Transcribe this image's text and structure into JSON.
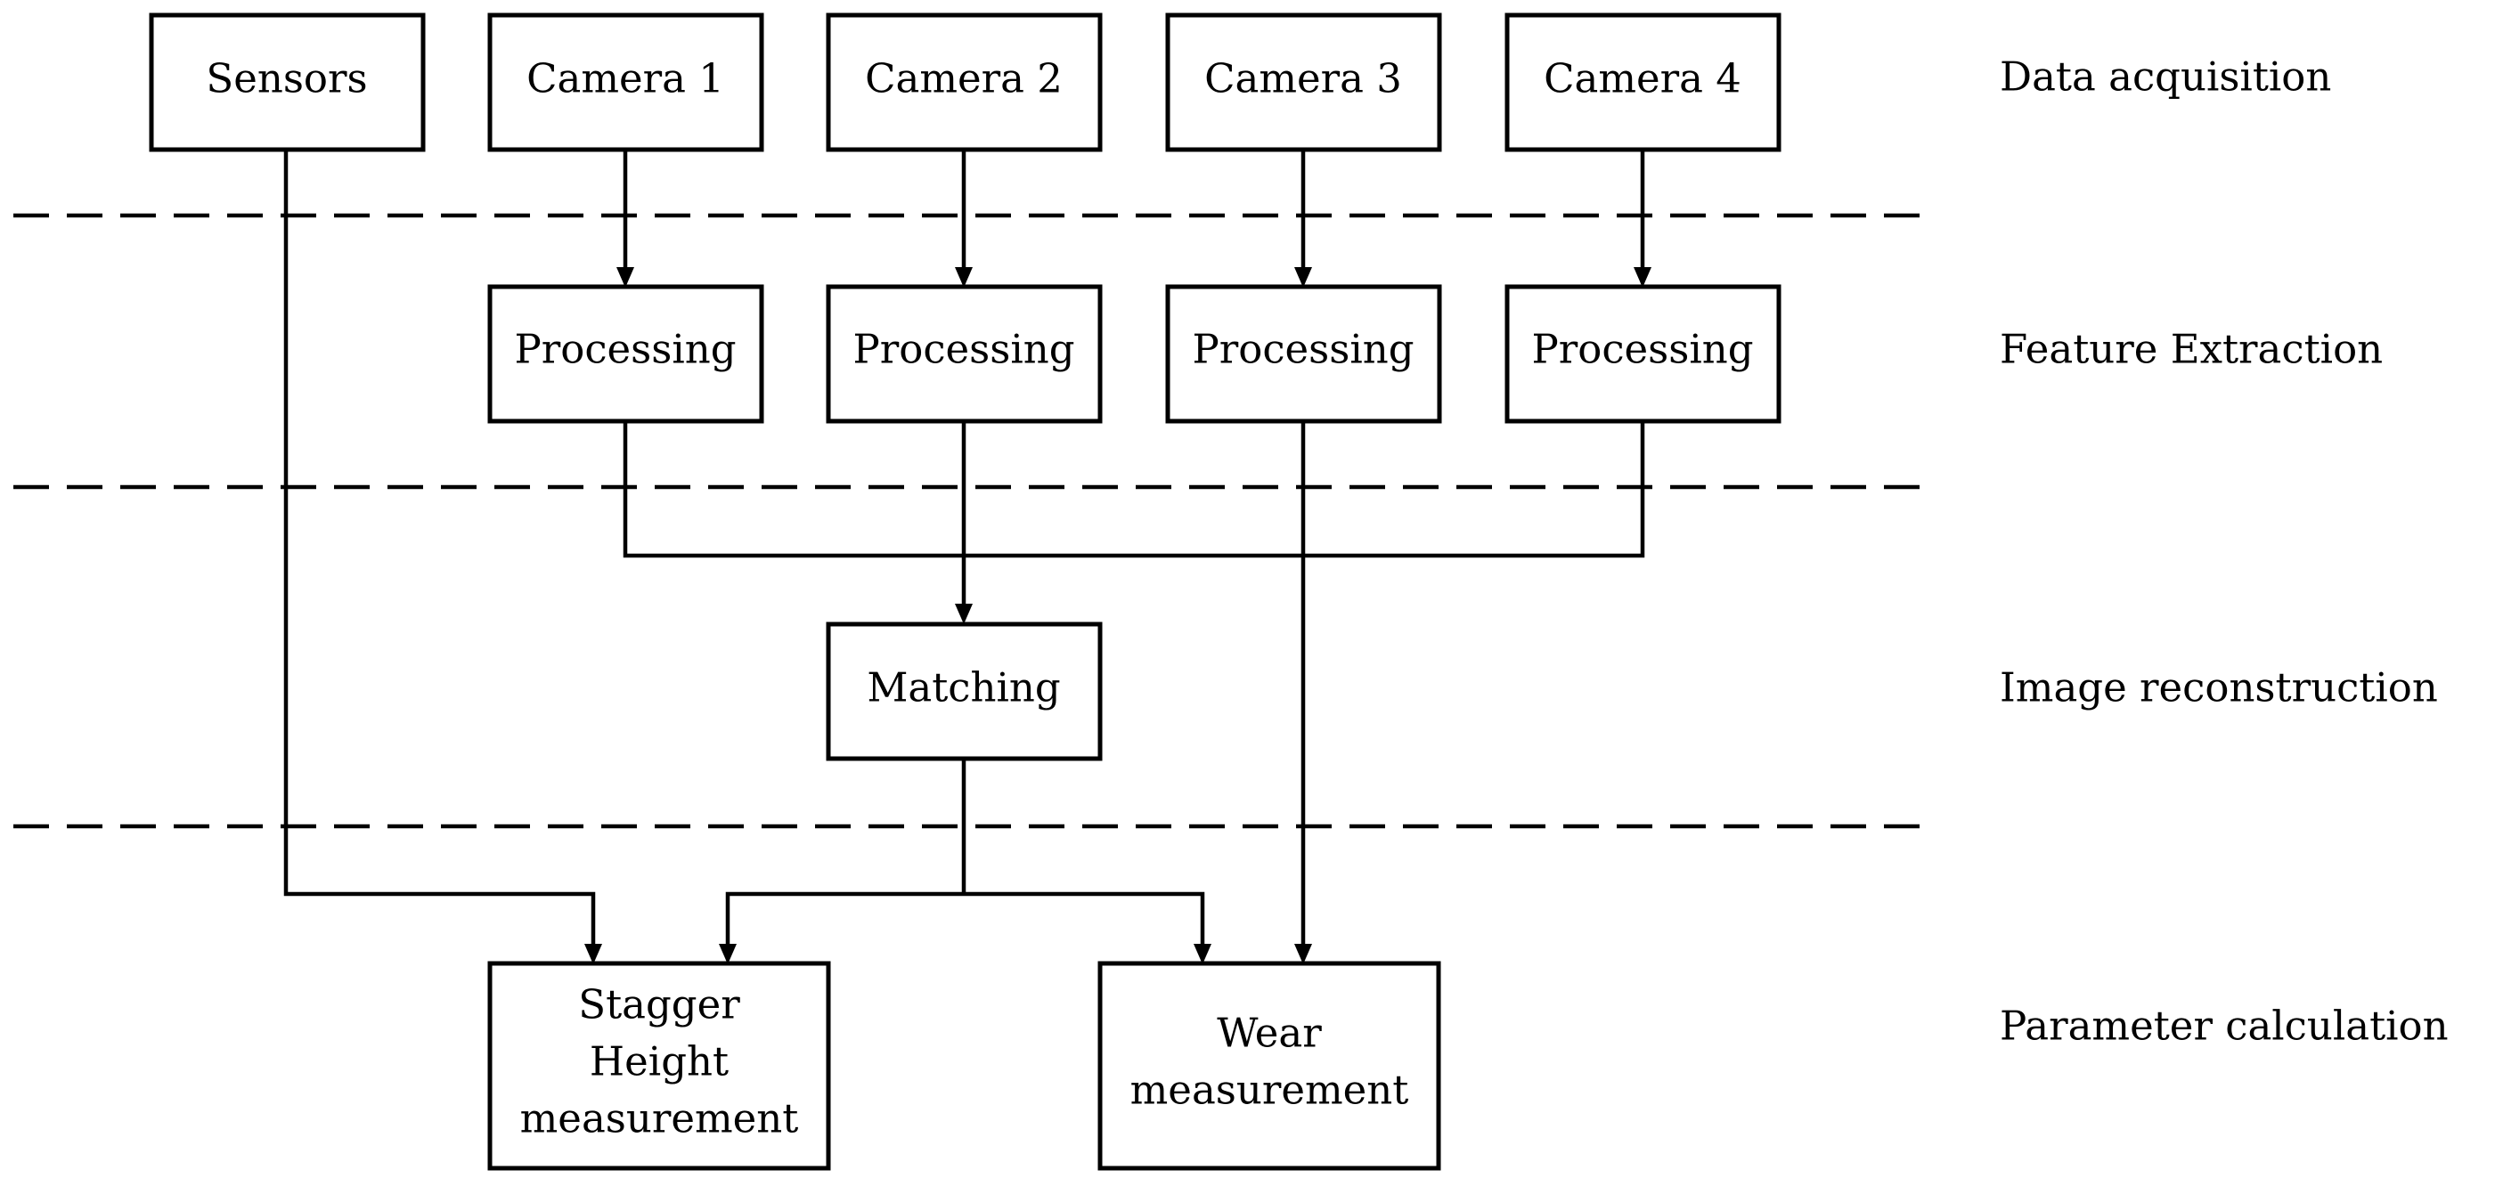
{
  "stages": {
    "data_acquisition": "Data acquisition",
    "feature_extraction": "Feature Extraction",
    "image_reconstruction": "Image reconstruction",
    "parameter_calculation": "Parameter calculation"
  },
  "nodes": {
    "sensors": "Sensors",
    "camera1": "Camera 1",
    "camera2": "Camera 2",
    "camera3": "Camera 3",
    "camera4": "Camera 4",
    "processing1": "Processing",
    "processing2": "Processing",
    "processing3": "Processing",
    "processing4": "Processing",
    "matching": "Matching",
    "stagger_line1": "Stagger",
    "stagger_line2": "Height",
    "stagger_line3": "measurement",
    "wear_line1": "Wear",
    "wear_line2": "measurement"
  }
}
